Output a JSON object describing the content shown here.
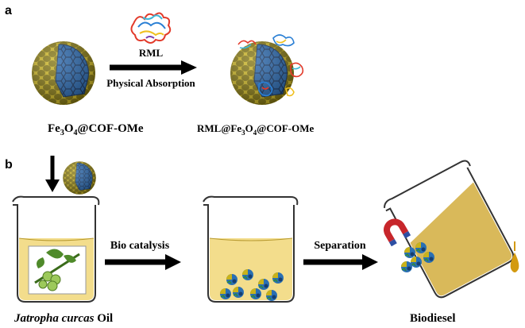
{
  "panel_a": {
    "label": "a",
    "arrow_top_text": "RML",
    "arrow_bottom_text": "Physical Absorption",
    "left_caption": {
      "pre": "Fe",
      "sub1": "3",
      "mid": "O",
      "sub2": "4",
      "post": "@COF-OMe"
    },
    "right_caption": {
      "pre": "RML@Fe",
      "sub1": "3",
      "mid": "O",
      "sub2": "4",
      "post": "@COF-OMe"
    }
  },
  "panel_b": {
    "label": "b",
    "step1_label": "Bio catalysis",
    "step2_label": "Separation",
    "left_caption": {
      "italic": "Jatropha curcas",
      "normal": " Oil"
    },
    "right_caption": "Biodiesel"
  },
  "colors": {
    "shell": "#c9b21a",
    "shell_dark": "#8a7a0a",
    "core": "#1e5fa8",
    "core_dark": "#0d2f5e",
    "oil": "#f3dd8c",
    "biodiesel": "#d9b95a",
    "drop": "#d39a10",
    "magnet_red": "#c7262b",
    "magnet_blue": "#2d4fa3"
  },
  "icons": [
    "nanoparticle-icon",
    "enzyme-icon",
    "beaker-icon",
    "jatropha-plant-icon",
    "magnet-icon",
    "droplet-icon"
  ]
}
